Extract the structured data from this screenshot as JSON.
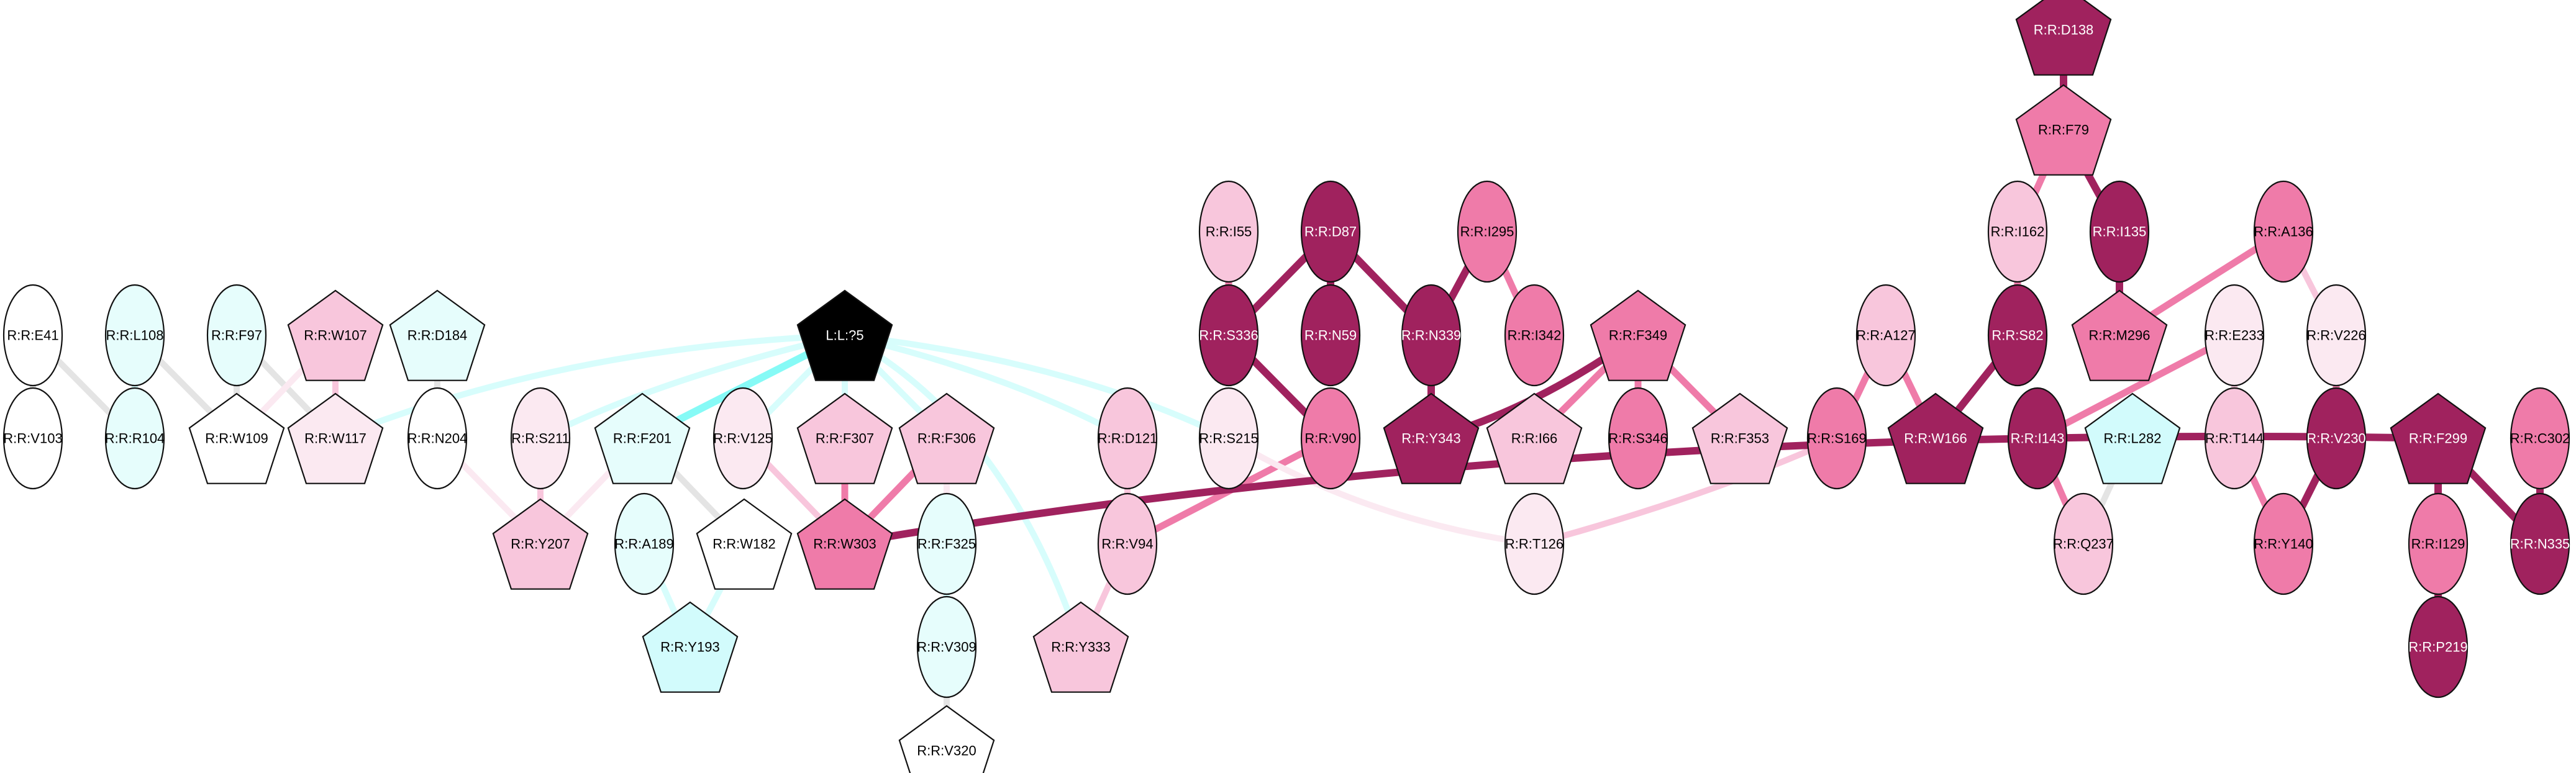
{
  "diagram": {
    "type": "residue-interaction-network",
    "palette": {
      "dark": "#a0225e",
      "medium": "#ef7ba9",
      "light": "#f8c6dc",
      "pale": "#fbe9f1",
      "white": "#ffffff",
      "cyan_pale": "#e6fdfc",
      "cyan": "#d2fbfc",
      "ligand": "#000000",
      "grey_edge": "#e4e4e4",
      "cyan_edge": "#d7fdfc",
      "cyan_edge_strong": "#86faf6"
    },
    "nodes": [
      {
        "id": "E41",
        "label": "R:R:E41",
        "shape": "ellipse",
        "color": "white"
      },
      {
        "id": "V103",
        "label": "R:R:V103",
        "shape": "ellipse",
        "color": "white"
      },
      {
        "id": "L108",
        "label": "R:R:L108",
        "shape": "ellipse",
        "color": "cyan_pale"
      },
      {
        "id": "R104",
        "label": "R:R:R104",
        "shape": "ellipse",
        "color": "cyan_pale"
      },
      {
        "id": "F97",
        "label": "R:R:F97",
        "shape": "ellipse",
        "color": "cyan_pale"
      },
      {
        "id": "W109",
        "label": "R:R:W109",
        "shape": "pentagon",
        "color": "white"
      },
      {
        "id": "W107",
        "label": "R:R:W107",
        "shape": "pentagon",
        "color": "light"
      },
      {
        "id": "W117",
        "label": "R:R:W117",
        "shape": "pentagon",
        "color": "pale"
      },
      {
        "id": "D184",
        "label": "R:R:D184",
        "shape": "pentagon",
        "color": "cyan_pale"
      },
      {
        "id": "N204",
        "label": "R:R:N204",
        "shape": "ellipse",
        "color": "white"
      },
      {
        "id": "S211",
        "label": "R:R:S211",
        "shape": "ellipse",
        "color": "pale"
      },
      {
        "id": "F201",
        "label": "R:R:F201",
        "shape": "pentagon",
        "color": "cyan_pale"
      },
      {
        "id": "V125",
        "label": "R:R:V125",
        "shape": "ellipse",
        "color": "pale"
      },
      {
        "id": "F307",
        "label": "R:R:F307",
        "shape": "pentagon",
        "color": "light"
      },
      {
        "id": "F306",
        "label": "R:R:F306",
        "shape": "pentagon",
        "color": "light"
      },
      {
        "id": "LIG",
        "label": "L:L:?5",
        "shape": "pentagon",
        "color": "ligand"
      },
      {
        "id": "D121",
        "label": "R:R:D121",
        "shape": "ellipse",
        "color": "light"
      },
      {
        "id": "S215",
        "label": "R:R:S215",
        "shape": "ellipse",
        "color": "pale"
      },
      {
        "id": "V90",
        "label": "R:R:V90",
        "shape": "ellipse",
        "color": "medium"
      },
      {
        "id": "Y207",
        "label": "R:R:Y207",
        "shape": "pentagon",
        "color": "light"
      },
      {
        "id": "A189",
        "label": "R:R:A189",
        "shape": "ellipse",
        "color": "cyan_pale"
      },
      {
        "id": "W182",
        "label": "R:R:W182",
        "shape": "pentagon",
        "color": "white"
      },
      {
        "id": "W303",
        "label": "R:R:W303",
        "shape": "pentagon",
        "color": "medium"
      },
      {
        "id": "F325",
        "label": "R:R:F325",
        "shape": "ellipse",
        "color": "cyan_pale"
      },
      {
        "id": "Y193",
        "label": "R:R:Y193",
        "shape": "pentagon",
        "color": "cyan"
      },
      {
        "id": "V309",
        "label": "R:R:V309",
        "shape": "ellipse",
        "color": "cyan_pale"
      },
      {
        "id": "V320",
        "label": "R:R:V320",
        "shape": "pentagon",
        "color": "white"
      },
      {
        "id": "V94",
        "label": "R:R:V94",
        "shape": "ellipse",
        "color": "light"
      },
      {
        "id": "Y333",
        "label": "R:R:Y333",
        "shape": "pentagon",
        "color": "light"
      },
      {
        "id": "T126",
        "label": "R:R:T126",
        "shape": "ellipse",
        "color": "pale"
      },
      {
        "id": "I55",
        "label": "R:R:I55",
        "shape": "ellipse",
        "color": "light"
      },
      {
        "id": "D87",
        "label": "R:R:D87",
        "shape": "ellipse",
        "color": "dark"
      },
      {
        "id": "I295",
        "label": "R:R:I295",
        "shape": "ellipse",
        "color": "medium"
      },
      {
        "id": "S336",
        "label": "R:R:S336",
        "shape": "ellipse",
        "color": "dark"
      },
      {
        "id": "N59",
        "label": "R:R:N59",
        "shape": "ellipse",
        "color": "dark"
      },
      {
        "id": "N339",
        "label": "R:R:N339",
        "shape": "ellipse",
        "color": "dark"
      },
      {
        "id": "I342",
        "label": "R:R:I342",
        "shape": "ellipse",
        "color": "medium"
      },
      {
        "id": "F349",
        "label": "R:R:F349",
        "shape": "pentagon",
        "color": "medium"
      },
      {
        "id": "Y343",
        "label": "R:R:Y343",
        "shape": "pentagon",
        "color": "dark"
      },
      {
        "id": "I66",
        "label": "R:R:I66",
        "shape": "pentagon",
        "color": "light"
      },
      {
        "id": "S346",
        "label": "R:R:S346",
        "shape": "ellipse",
        "color": "medium"
      },
      {
        "id": "F353",
        "label": "R:R:F353",
        "shape": "pentagon",
        "color": "light"
      },
      {
        "id": "A127",
        "label": "R:R:A127",
        "shape": "ellipse",
        "color": "light"
      },
      {
        "id": "S169",
        "label": "R:R:S169",
        "shape": "ellipse",
        "color": "medium"
      },
      {
        "id": "W166",
        "label": "R:R:W166",
        "shape": "pentagon",
        "color": "dark"
      },
      {
        "id": "D138",
        "label": "R:R:D138",
        "shape": "pentagon",
        "color": "dark"
      },
      {
        "id": "F79",
        "label": "R:R:F79",
        "shape": "pentagon",
        "color": "medium"
      },
      {
        "id": "I162",
        "label": "R:R:I162",
        "shape": "ellipse",
        "color": "light"
      },
      {
        "id": "I135",
        "label": "R:R:I135",
        "shape": "ellipse",
        "color": "dark"
      },
      {
        "id": "A136",
        "label": "R:R:A136",
        "shape": "ellipse",
        "color": "medium"
      },
      {
        "id": "S82",
        "label": "R:R:S82",
        "shape": "ellipse",
        "color": "dark"
      },
      {
        "id": "M296",
        "label": "R:R:M296",
        "shape": "pentagon",
        "color": "medium"
      },
      {
        "id": "E233",
        "label": "R:R:E233",
        "shape": "ellipse",
        "color": "pale"
      },
      {
        "id": "V226",
        "label": "R:R:V226",
        "shape": "ellipse",
        "color": "pale"
      },
      {
        "id": "I143",
        "label": "R:R:I143",
        "shape": "ellipse",
        "color": "dark"
      },
      {
        "id": "L282",
        "label": "R:R:L282",
        "shape": "pentagon",
        "color": "cyan"
      },
      {
        "id": "T144",
        "label": "R:R:T144",
        "shape": "ellipse",
        "color": "light"
      },
      {
        "id": "V230",
        "label": "R:R:V230",
        "shape": "ellipse",
        "color": "dark"
      },
      {
        "id": "F299",
        "label": "R:R:F299",
        "shape": "pentagon",
        "color": "dark"
      },
      {
        "id": "C302",
        "label": "R:R:C302",
        "shape": "ellipse",
        "color": "medium"
      },
      {
        "id": "Q237",
        "label": "R:R:Q237",
        "shape": "ellipse",
        "color": "light"
      },
      {
        "id": "Y140",
        "label": "R:R:Y140",
        "shape": "ellipse",
        "color": "medium"
      },
      {
        "id": "I129",
        "label": "R:R:I129",
        "shape": "ellipse",
        "color": "medium"
      },
      {
        "id": "N335",
        "label": "R:R:N335",
        "shape": "ellipse",
        "color": "dark"
      },
      {
        "id": "P219",
        "label": "R:R:P219",
        "shape": "ellipse",
        "color": "dark"
      }
    ],
    "edges": [
      {
        "from": "E41",
        "to": "V103",
        "color": "grey_edge"
      },
      {
        "from": "E41",
        "to": "R104",
        "color": "grey_edge"
      },
      {
        "from": "L108",
        "to": "R104",
        "color": "cyan_edge"
      },
      {
        "from": "L108",
        "to": "W109",
        "color": "grey_edge"
      },
      {
        "from": "F97",
        "to": "W109",
        "color": "grey_edge"
      },
      {
        "from": "F97",
        "to": "W117",
        "color": "grey_edge"
      },
      {
        "from": "W107",
        "to": "W109",
        "color": "pale"
      },
      {
        "from": "W107",
        "to": "W117",
        "color": "light"
      },
      {
        "from": "D184",
        "to": "N204",
        "color": "grey_edge"
      },
      {
        "from": "LIG",
        "to": "W117",
        "color": "cyan_edge",
        "curved": true
      },
      {
        "from": "LIG",
        "to": "S211",
        "color": "cyan_edge",
        "curved": true
      },
      {
        "from": "LIG",
        "to": "F201",
        "color": "cyan_edge_strong"
      },
      {
        "from": "LIG",
        "to": "V125",
        "color": "cyan_edge"
      },
      {
        "from": "LIG",
        "to": "F307",
        "color": "cyan_edge"
      },
      {
        "from": "LIG",
        "to": "F306",
        "color": "cyan_edge"
      },
      {
        "from": "LIG",
        "to": "D121",
        "color": "cyan_edge",
        "curved": true
      },
      {
        "from": "LIG",
        "to": "S215",
        "color": "cyan_edge",
        "curved": true
      },
      {
        "from": "LIG",
        "to": "Y333",
        "color": "cyan_edge",
        "curved": true
      },
      {
        "from": "N204",
        "to": "Y207",
        "color": "pale"
      },
      {
        "from": "S211",
        "to": "Y207",
        "color": "light"
      },
      {
        "from": "F201",
        "to": "Y207",
        "color": "pale"
      },
      {
        "from": "F201",
        "to": "W182",
        "color": "grey_edge"
      },
      {
        "from": "A189",
        "to": "Y193",
        "color": "cyan_edge"
      },
      {
        "from": "W182",
        "to": "Y193",
        "color": "cyan_edge"
      },
      {
        "from": "V125",
        "to": "W303",
        "color": "light"
      },
      {
        "from": "F307",
        "to": "W303",
        "color": "medium"
      },
      {
        "from": "F306",
        "to": "W303",
        "color": "medium"
      },
      {
        "from": "F306",
        "to": "F325",
        "color": "pale"
      },
      {
        "from": "F325",
        "to": "V309",
        "color": "cyan_edge"
      },
      {
        "from": "V309",
        "to": "V320",
        "color": "grey_edge"
      },
      {
        "from": "D121",
        "to": "V94",
        "color": "light"
      },
      {
        "from": "V90",
        "to": "V94",
        "color": "medium"
      },
      {
        "from": "V94",
        "to": "Y333",
        "color": "light"
      },
      {
        "from": "S215",
        "to": "T126",
        "color": "pale",
        "curved": true
      },
      {
        "from": "S169",
        "to": "T126",
        "color": "light",
        "curved": true
      },
      {
        "from": "W303",
        "to": "F299",
        "color": "dark",
        "curved": true
      },
      {
        "from": "I55",
        "to": "S336",
        "color": "medium"
      },
      {
        "from": "D87",
        "to": "S336",
        "color": "dark"
      },
      {
        "from": "D87",
        "to": "N59",
        "color": "dark"
      },
      {
        "from": "D87",
        "to": "N339",
        "color": "dark"
      },
      {
        "from": "I295",
        "to": "N339",
        "color": "dark"
      },
      {
        "from": "I295",
        "to": "I342",
        "color": "medium"
      },
      {
        "from": "S336",
        "to": "V90",
        "color": "dark"
      },
      {
        "from": "N339",
        "to": "Y343",
        "color": "dark"
      },
      {
        "from": "F349",
        "to": "Y343",
        "color": "dark",
        "curved": true
      },
      {
        "from": "F349",
        "to": "I66",
        "color": "medium"
      },
      {
        "from": "F349",
        "to": "S346",
        "color": "medium"
      },
      {
        "from": "F349",
        "to": "F353",
        "color": "medium"
      },
      {
        "from": "A127",
        "to": "S169",
        "color": "medium"
      },
      {
        "from": "A127",
        "to": "W166",
        "color": "medium"
      },
      {
        "from": "S82",
        "to": "W166",
        "color": "dark"
      },
      {
        "from": "D138",
        "to": "F79",
        "color": "dark"
      },
      {
        "from": "F79",
        "to": "I162",
        "color": "medium"
      },
      {
        "from": "F79",
        "to": "I135",
        "color": "dark"
      },
      {
        "from": "I162",
        "to": "S82",
        "color": "medium"
      },
      {
        "from": "I135",
        "to": "M296",
        "color": "dark"
      },
      {
        "from": "A136",
        "to": "M296",
        "color": "medium"
      },
      {
        "from": "A136",
        "to": "V226",
        "color": "light"
      },
      {
        "from": "E233",
        "to": "I143",
        "color": "medium"
      },
      {
        "from": "E233",
        "to": "T144",
        "color": "light"
      },
      {
        "from": "V226",
        "to": "V230",
        "color": "medium"
      },
      {
        "from": "I143",
        "to": "Q237",
        "color": "medium"
      },
      {
        "from": "L282",
        "to": "Q237",
        "color": "grey_edge"
      },
      {
        "from": "T144",
        "to": "Y140",
        "color": "medium"
      },
      {
        "from": "V230",
        "to": "Y140",
        "color": "dark"
      },
      {
        "from": "F299",
        "to": "I129",
        "color": "dark"
      },
      {
        "from": "F299",
        "to": "N335",
        "color": "dark"
      },
      {
        "from": "C302",
        "to": "N335",
        "color": "dark"
      },
      {
        "from": "I129",
        "to": "P219",
        "color": "dark"
      }
    ]
  }
}
